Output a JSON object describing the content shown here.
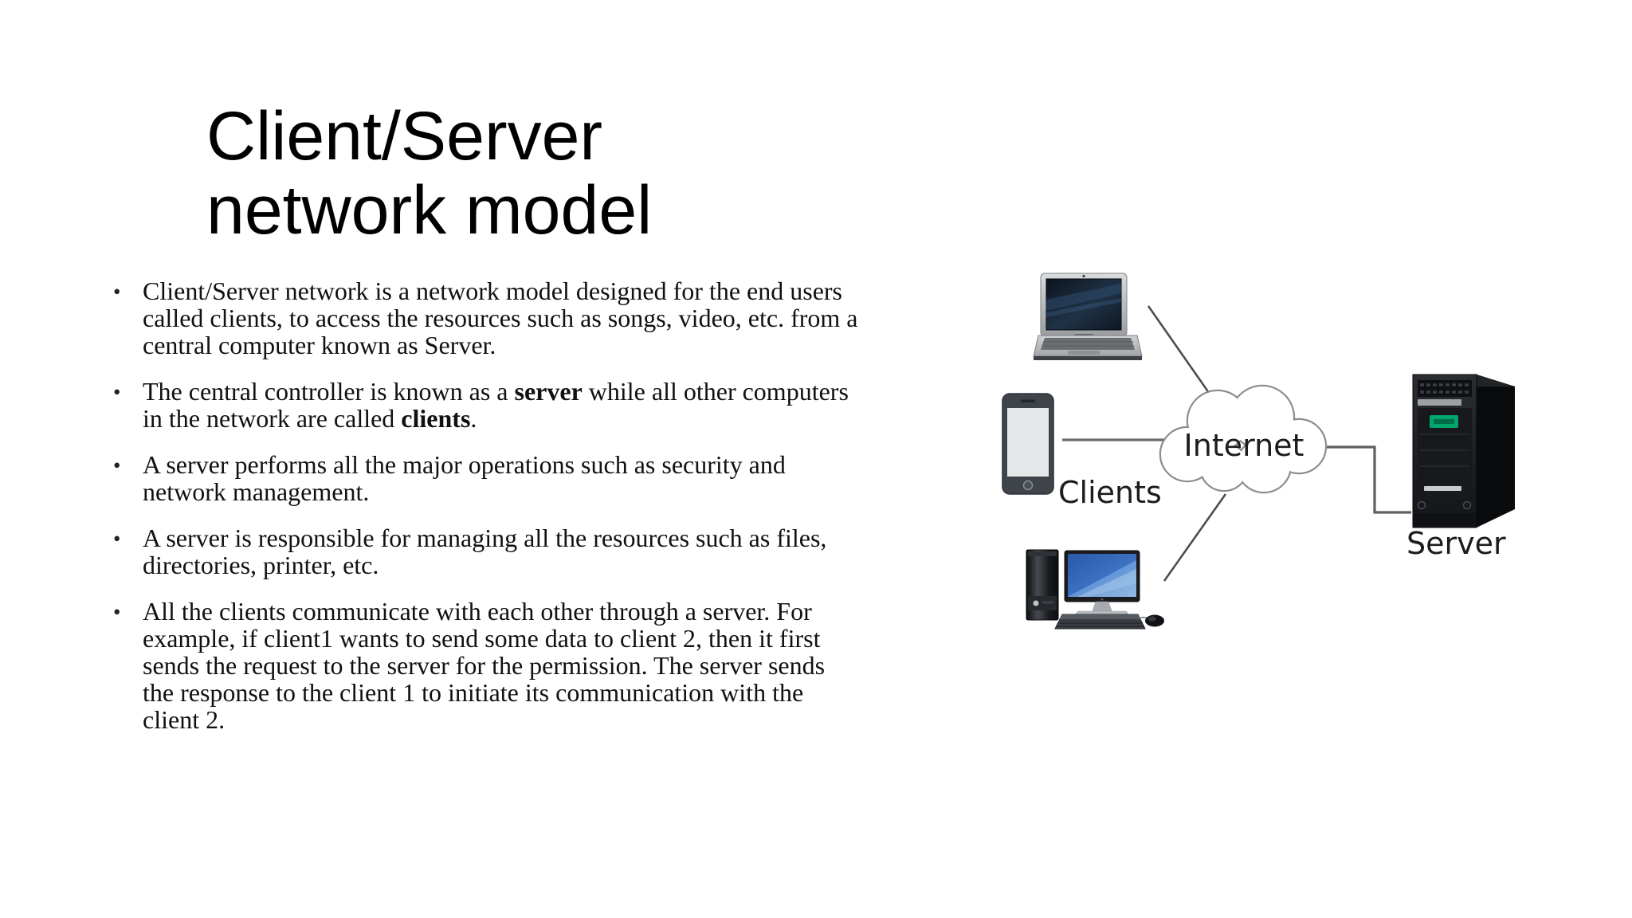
{
  "slide": {
    "title": "Client/Server network model",
    "bullet_char": "•",
    "bullets": [
      [
        {
          "text": "Client/Server network is a network model designed for the end users called clients, to access the resources such as songs, video, etc. from a central computer known as Server."
        }
      ],
      [
        {
          "text": "The central controller is known as a "
        },
        {
          "text": "server",
          "bold": true
        },
        {
          "text": " while all other computers in the network are called "
        },
        {
          "text": "clients",
          "bold": true
        },
        {
          "text": "."
        }
      ],
      [
        {
          "text": "A server performs all the major operations such as security and network management."
        }
      ],
      [
        {
          "text": "A server is responsible for managing all the resources such as files, directories, printer, etc."
        }
      ],
      [
        {
          "text": "All the clients communicate with each other through a server. For example, if client1 wants to send some data to client 2, then it first sends the request to the server for the permission. The server sends the response to the client 1 to initiate its communication with the client 2."
        }
      ]
    ]
  },
  "diagram": {
    "internet_label": "Internet",
    "clients_label": "Clients",
    "server_label": "Server",
    "icons": [
      "laptop-icon",
      "smartphone-icon",
      "desktop-computer-icon",
      "internet-cloud",
      "server-tower-icon"
    ],
    "colors": {
      "cloud_outline": "#8d8d8d",
      "connector_gray": "#5f5f5f",
      "server_logo_green": "#00a76c",
      "monitor_screen_blue": "#2e61b5",
      "laptop_silver": "#b8babc"
    }
  }
}
